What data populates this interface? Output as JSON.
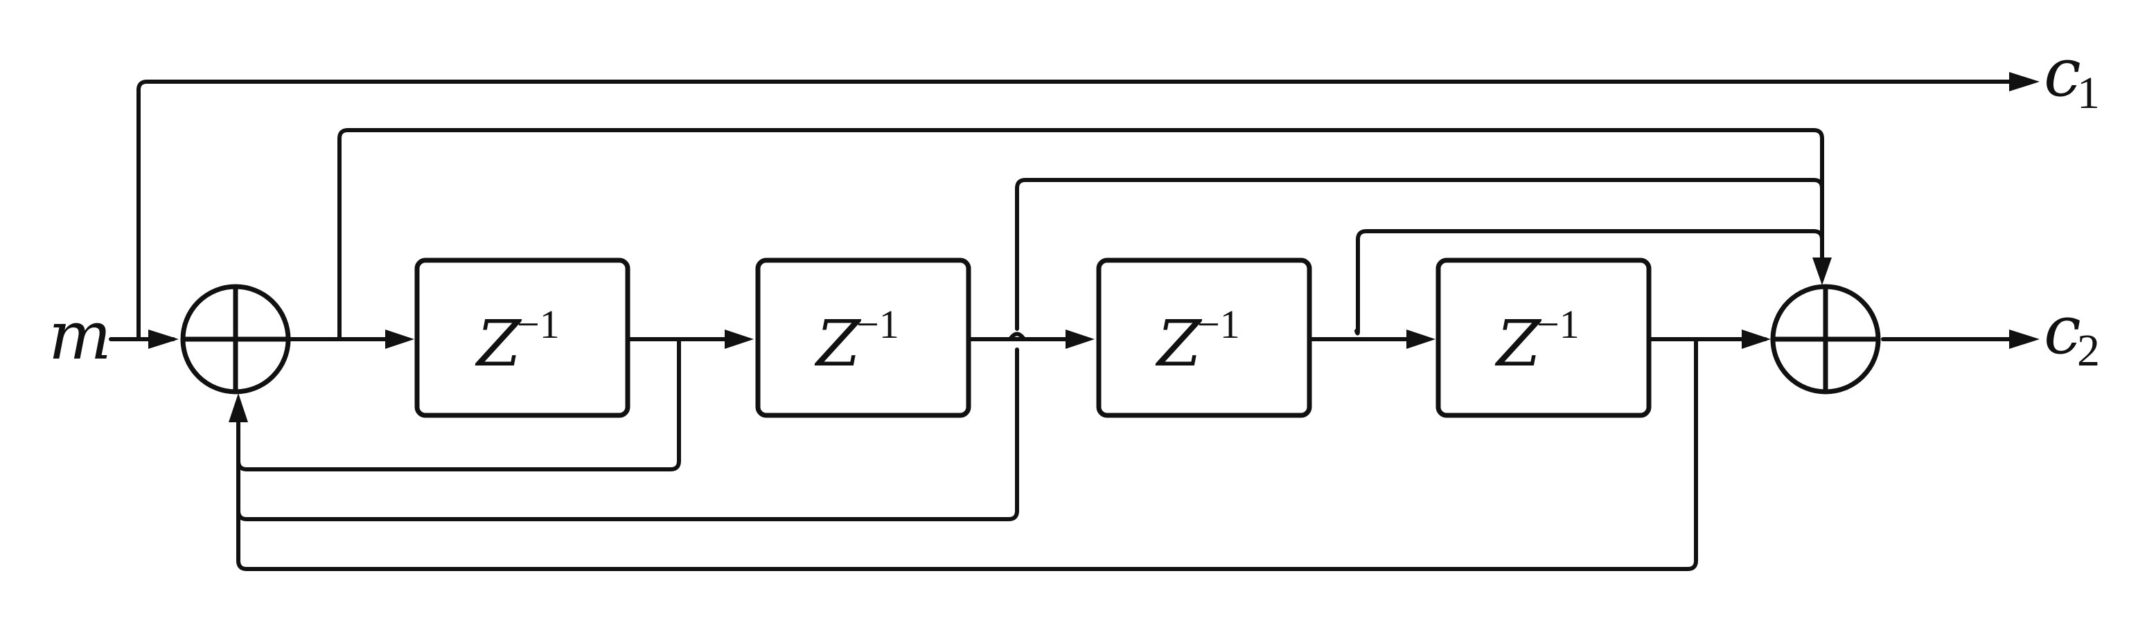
{
  "diagram": {
    "input": {
      "symbol": "m"
    },
    "outputs": [
      {
        "symbol": "c",
        "subscript": "1"
      },
      {
        "symbol": "c",
        "subscript": "2"
      }
    ],
    "delay_blocks": [
      {
        "base": "Z",
        "exponent": "−1"
      },
      {
        "base": "Z",
        "exponent": "−1"
      },
      {
        "base": "Z",
        "exponent": "−1"
      },
      {
        "base": "Z",
        "exponent": "−1"
      }
    ],
    "adders": [
      {
        "symbol": "⊕"
      },
      {
        "symbol": "⊕"
      }
    ],
    "colors": {
      "line": "#111111",
      "background": "#ffffff"
    }
  }
}
